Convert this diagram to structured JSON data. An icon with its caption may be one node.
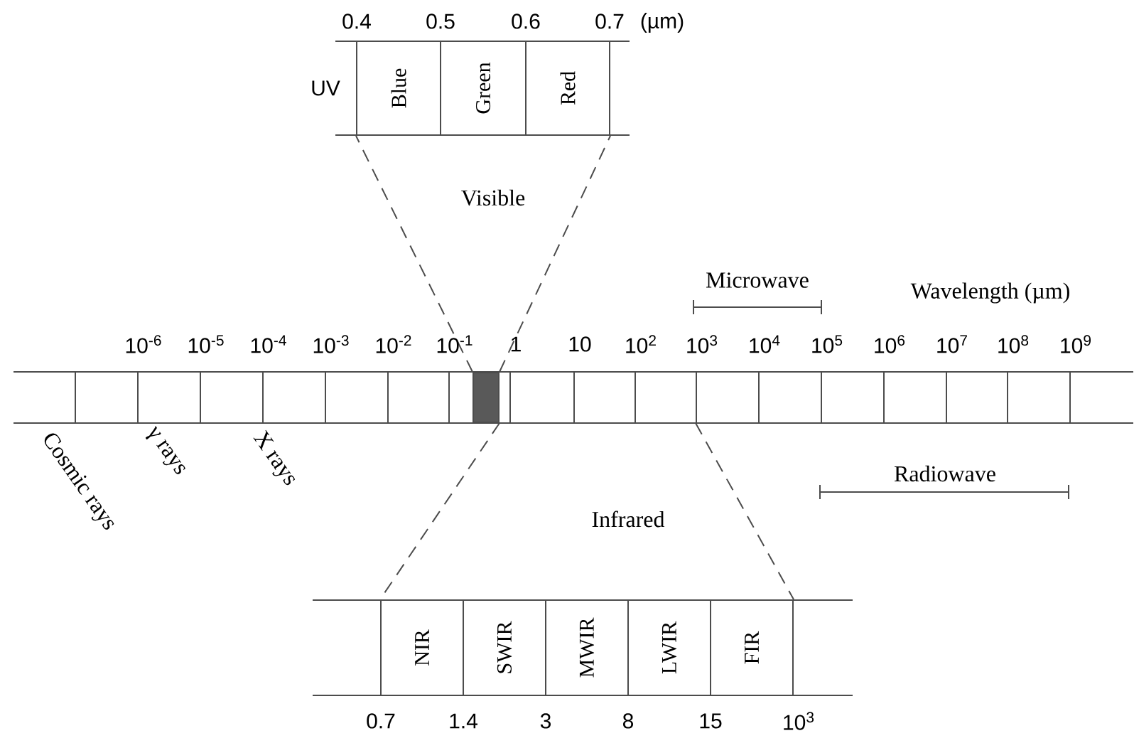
{
  "diagram": {
    "nodes": [
      {
        "text": [
          "Blue"
        ]
      },
      {
        "text": [
          "Green"
        ]
      },
      {
        "text": [
          "Red"
        ]
      },
      {
        "text": [],
        "shape": "bar"
      },
      {
        "text": [],
        "shape": "bar",
        "in": 3
      },
      {
        "text": [
          "NIR"
        ]
      },
      {
        "text": [
          "SWIR"
        ]
      },
      {
        "text": [
          "MWIR"
        ]
      },
      {
        "text": [
          "LWIR"
        ]
      },
      {
        "text": [
          "FIR"
        ]
      }
    ],
    "edges": [
      {
        "from": 4,
        "to": 0,
        "arrow": "none",
        "style": "dashed"
      },
      {
        "from": 4,
        "to": 2,
        "arrow": "none",
        "style": "dashed"
      },
      {
        "from": 4,
        "to": 5,
        "arrow": "none",
        "style": "dashed"
      },
      {
        "from": 3,
        "to": 9,
        "arrow": "none",
        "style": "dashed"
      }
    ],
    "labels": [
      "0.4",
      "0.5",
      "0.6",
      "0.7",
      "(µm)",
      "UV",
      "Visible",
      "Microwave",
      "Wavelength (µm)",
      "10$^{-6}$",
      "10$^{-5}$",
      "10$^{-4}$",
      "10$^{-3}$",
      "10$^{-2}$",
      "10$^{-1}$",
      "1",
      "10",
      "10$^{2}$",
      "10$^{3}$",
      "10$^{4}$",
      "10$^{5}$",
      "10$^{6}$",
      "10$^{7}$",
      "10$^{8}$",
      "10$^{9}$",
      "Cosmic rays",
      "γ rays",
      "X rays",
      "Radiowave",
      "Infrared",
      "0.7",
      "1.4",
      "3",
      "8",
      "15",
      "10$^{3}$"
    ]
  }
}
